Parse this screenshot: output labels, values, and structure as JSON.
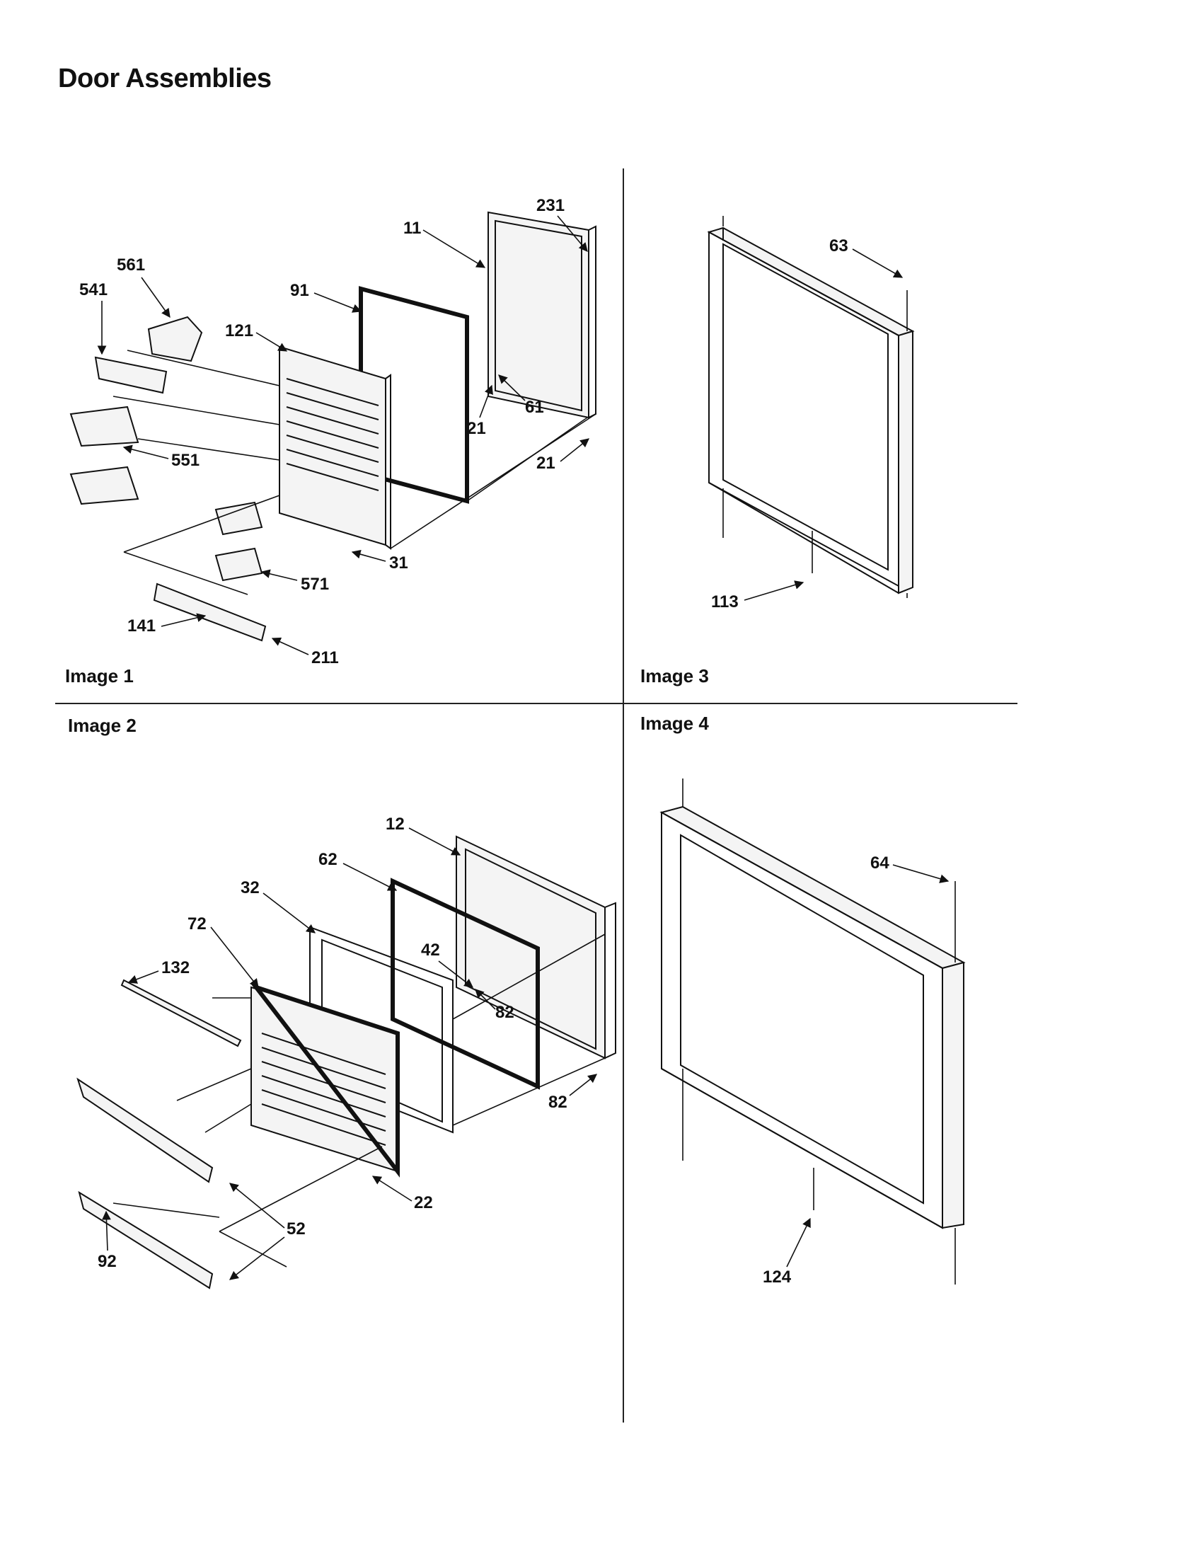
{
  "page": {
    "title": "Door Assemblies"
  },
  "panels": [
    {
      "id": "image1",
      "label": "Image 1"
    },
    {
      "id": "image2",
      "label": "Image 2"
    },
    {
      "id": "image3",
      "label": "Image 3"
    },
    {
      "id": "image4",
      "label": "Image 4"
    }
  ],
  "callouts": {
    "image1": [
      "231",
      "11",
      "561",
      "541",
      "91",
      "121",
      "61",
      "21",
      "21",
      "551",
      "31",
      "571",
      "141",
      "211"
    ],
    "image2": [
      "12",
      "62",
      "32",
      "72",
      "42",
      "132",
      "82",
      "82",
      "22",
      "52",
      "92"
    ],
    "image3": [
      "63",
      "113"
    ],
    "image4": [
      "64",
      "124"
    ]
  }
}
